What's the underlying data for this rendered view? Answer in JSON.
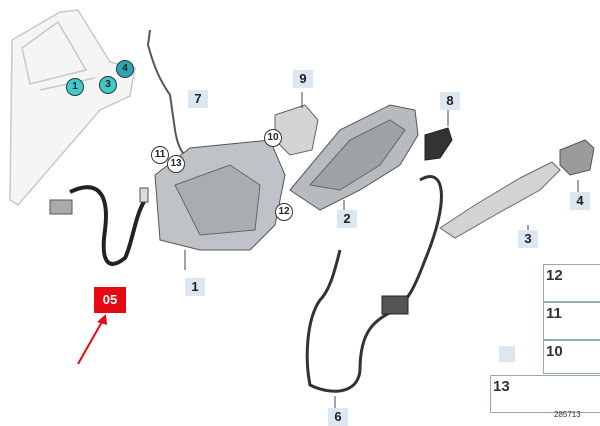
{
  "callout": {
    "label": "05",
    "color": "#e50914"
  },
  "parts": [
    {
      "id": "p1",
      "label": "1"
    },
    {
      "id": "p2",
      "label": "2"
    },
    {
      "id": "p3",
      "label": "3"
    },
    {
      "id": "p4",
      "label": "4"
    },
    {
      "id": "p6",
      "label": "6"
    },
    {
      "id": "p7",
      "label": "7"
    },
    {
      "id": "p8",
      "label": "8"
    },
    {
      "id": "p9",
      "label": "9"
    }
  ],
  "circled": {
    "c1": "1",
    "c3": "3",
    "c4": "4",
    "c10": "10",
    "c11": "11",
    "c12": "12",
    "c13": "13"
  },
  "legend": [
    {
      "label": "12"
    },
    {
      "label": "11"
    },
    {
      "label": "10"
    },
    {
      "label": "13"
    }
  ],
  "footer_code": "285713",
  "colors": {
    "label_bg": "#dde7f2",
    "accent_teal": "#3fc9c9",
    "arrow": "#e50914"
  }
}
